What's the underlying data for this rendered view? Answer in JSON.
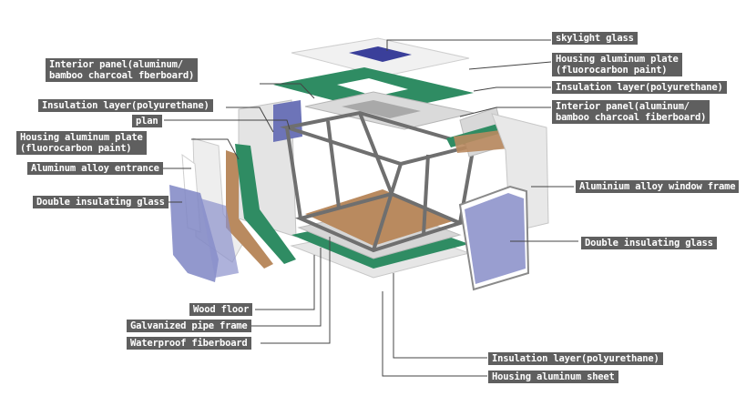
{
  "labels": {
    "skylight_glass": "skylight glass",
    "housing_plate_top": "Housing aluminum plate\n(fluorocarbon paint)",
    "insulation_top": "Insulation layer(polyurethane)",
    "interior_panel_right": "Interior panel(aluminum/\nbamboo charcoal fiberboard)",
    "window_frame": "Aluminium alloy window frame",
    "glass_right": "Double insulating glass",
    "interior_panel_left": "Interior panel(aluminum/\nbamboo charcoal fberboard)",
    "insulation_left": "Insulation layer(polyurethane)",
    "plan": "plan",
    "housing_plate_left": "Housing aluminum plate\n(fluorocarbon paint)",
    "entrance": "Aluminum alloy entrance",
    "glass_left": "Double insulating glass",
    "wood_floor": "Wood floor",
    "pipe_frame": "Galvanized pipe frame",
    "waterproof": "Waterproof fiberboard",
    "insulation_bottom": "Insulation layer(polyurethane)",
    "housing_sheet": "Housing aluminum sheet"
  },
  "colors": {
    "label_bg": "#5f5f5f",
    "insulation_green": "#2f8c63",
    "wood": "#b98a5f",
    "glass": "#7f86c4",
    "frame": "#6f6f6f",
    "panel": "#e6e6e6"
  }
}
